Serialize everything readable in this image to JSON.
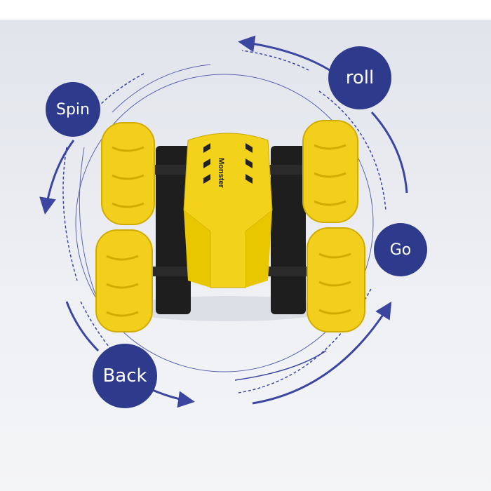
{
  "labels": {
    "roll": "roll",
    "spin": "Spin",
    "go": "Go",
    "back": "Back"
  },
  "car": {
    "logo": "Monster"
  },
  "colors": {
    "badge": "#2e3a8c",
    "arrow": "#3a46a0",
    "car_yellow": "#f2d21a",
    "car_black": "#1e1e1e"
  }
}
